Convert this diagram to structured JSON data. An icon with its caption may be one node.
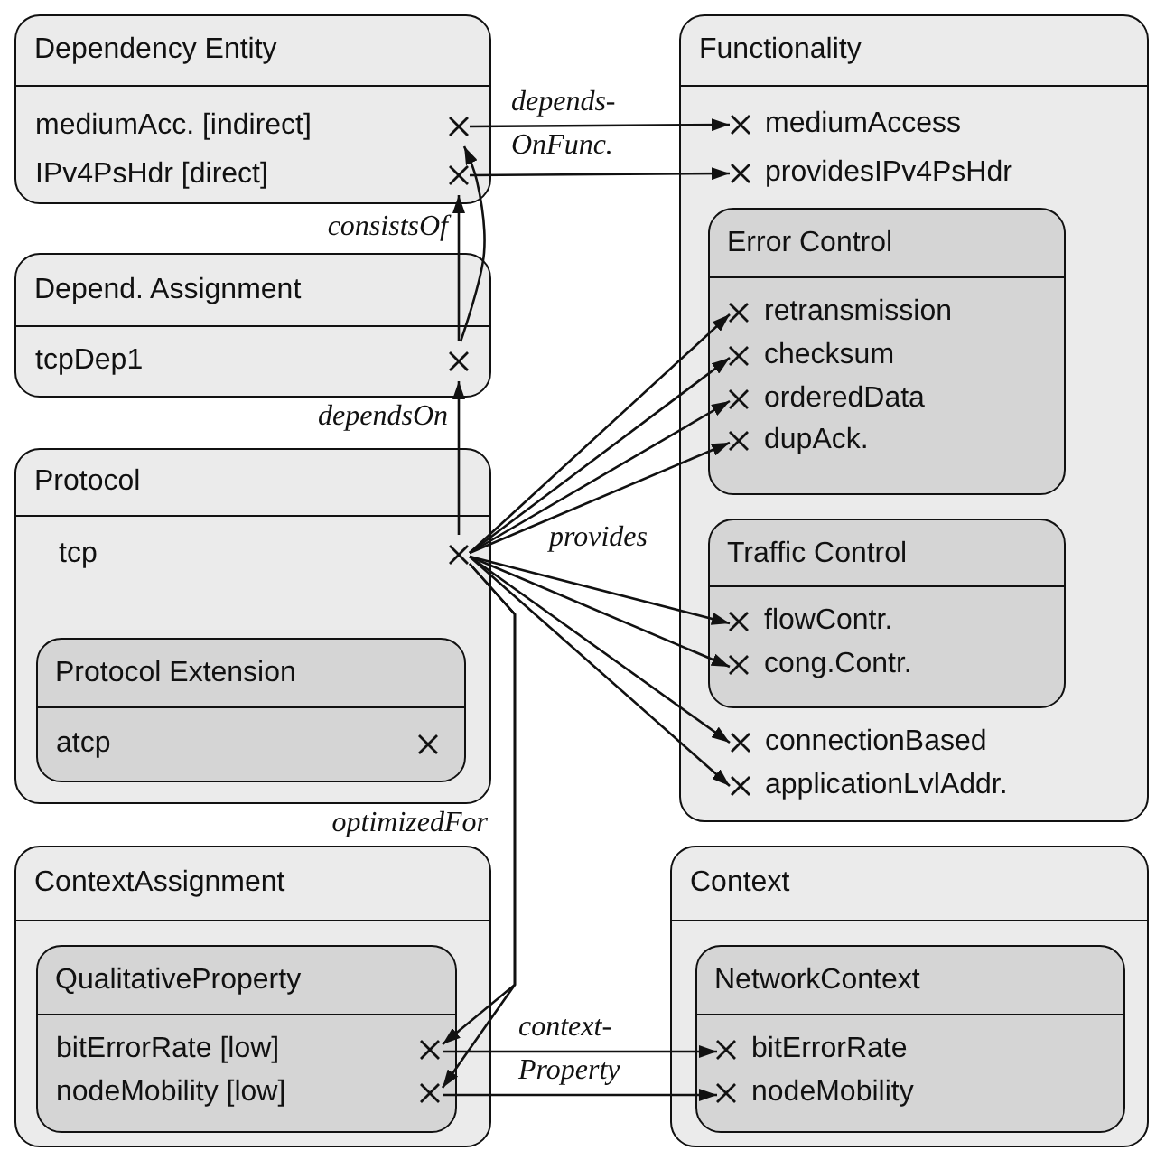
{
  "diagram": {
    "nodes": [
      {
        "text": [
          "Dependency Entity"
        ]
      },
      {
        "text": [
          "mediumAcc. [indirect]"
        ],
        "in": 0
      },
      {
        "text": [
          "IPv4PsHdr [direct]"
        ],
        "in": 0
      },
      {
        "text": [
          "Depend. Assignment"
        ]
      },
      {
        "text": [
          "tcpDep1"
        ],
        "in": 3
      },
      {
        "text": [
          "Protocol"
        ]
      },
      {
        "text": [
          "tcp"
        ],
        "in": 5
      },
      {
        "text": [
          "Protocol Extension"
        ],
        "in": 5
      },
      {
        "text": [
          "atcp"
        ],
        "in": 7
      },
      {
        "text": [
          "ContextAssignment"
        ]
      },
      {
        "text": [
          "QualitativeProperty"
        ],
        "in": 9
      },
      {
        "text": [
          "bitErrorRate [low]"
        ],
        "in": 10
      },
      {
        "text": [
          "nodeMobility [low]"
        ],
        "in": 10
      },
      {
        "text": [
          "Functionality"
        ]
      },
      {
        "text": [
          "mediumAccess"
        ],
        "in": 13
      },
      {
        "text": [
          "providesIPv4PsHdr"
        ],
        "in": 13
      },
      {
        "text": [
          "Error Control"
        ],
        "in": 13
      },
      {
        "text": [
          "retransmission"
        ],
        "in": 16
      },
      {
        "text": [
          "checksum"
        ],
        "in": 16
      },
      {
        "text": [
          "orderedData"
        ],
        "in": 16
      },
      {
        "text": [
          "dupAck."
        ],
        "in": 16
      },
      {
        "text": [
          "Traffic Control"
        ],
        "in": 13
      },
      {
        "text": [
          "flowContr."
        ],
        "in": 21
      },
      {
        "text": [
          "cong.Contr."
        ],
        "in": 21
      },
      {
        "text": [
          "connectionBased"
        ],
        "in": 13
      },
      {
        "text": [
          "applicationLvlAddr."
        ],
        "in": 13
      },
      {
        "text": [
          "Context"
        ]
      },
      {
        "text": [
          "NetworkContext"
        ],
        "in": 26
      },
      {
        "text": [
          "bitErrorRate"
        ],
        "in": 27
      },
      {
        "text": [
          "nodeMobility"
        ],
        "in": 27
      }
    ],
    "edges": [
      {
        "from": 1,
        "to": 14,
        "arrow": "to",
        "label": "depends- OnFunc."
      },
      {
        "from": 2,
        "to": 15,
        "arrow": "to"
      },
      {
        "from": 4,
        "to": 2,
        "arrow": "to",
        "label": "consistsOf"
      },
      {
        "from": 4,
        "to": 1,
        "arrow": "to"
      },
      {
        "from": 6,
        "to": 4,
        "arrow": "to",
        "label": "dependsOn"
      },
      {
        "from": 6,
        "to": 17,
        "arrow": "to",
        "label": "provides"
      },
      {
        "from": 6,
        "to": 18,
        "arrow": "to"
      },
      {
        "from": 6,
        "to": 19,
        "arrow": "to"
      },
      {
        "from": 6,
        "to": 20,
        "arrow": "to"
      },
      {
        "from": 6,
        "to": 22,
        "arrow": "to"
      },
      {
        "from": 6,
        "to": 23,
        "arrow": "to"
      },
      {
        "from": 6,
        "to": 24,
        "arrow": "to"
      },
      {
        "from": 6,
        "to": 25,
        "arrow": "to"
      },
      {
        "from": 6,
        "to": 11,
        "arrow": "to",
        "label": "optimizedFor"
      },
      {
        "from": 6,
        "to": 12,
        "arrow": "to"
      },
      {
        "from": 11,
        "to": 28,
        "arrow": "to",
        "label": "context- Property"
      },
      {
        "from": 12,
        "to": 29,
        "arrow": "to"
      }
    ]
  }
}
